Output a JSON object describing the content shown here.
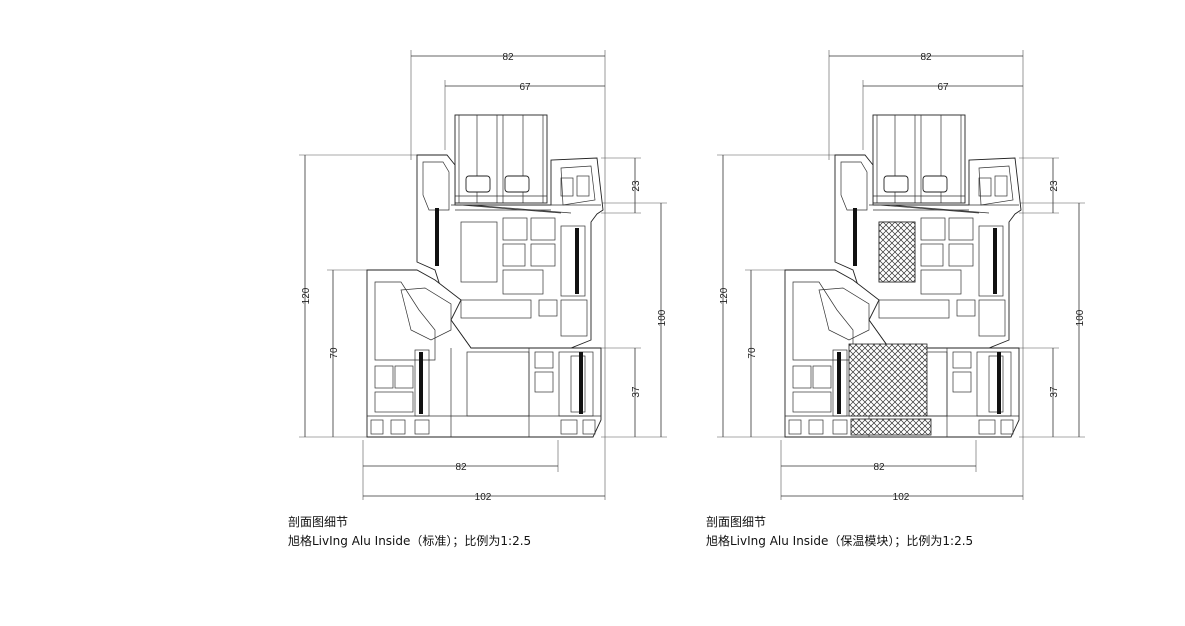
{
  "drawings": [
    {
      "id": "standard",
      "dims": {
        "top_outer": "82",
        "top_inner": "67",
        "right_small": "23",
        "right_total": "100",
        "right_lower": "37",
        "left_total": "120",
        "left_inner": "70",
        "bottom_inner": "82",
        "bottom_outer": "102"
      },
      "caption": {
        "title": "剖面图细节",
        "subtitle": "旭格LivIng Alu Inside（标准）；比例为1:2.5"
      }
    },
    {
      "id": "insulation",
      "dims": {
        "top_outer": "82",
        "top_inner": "67",
        "right_small": "23",
        "right_total": "100",
        "right_lower": "37",
        "left_total": "120",
        "left_inner": "70",
        "bottom_inner": "82",
        "bottom_outer": "102"
      },
      "caption": {
        "title": "剖面图细节",
        "subtitle": "旭格LivIng Alu Inside（保温模块）；比例为1:2.5"
      }
    }
  ]
}
